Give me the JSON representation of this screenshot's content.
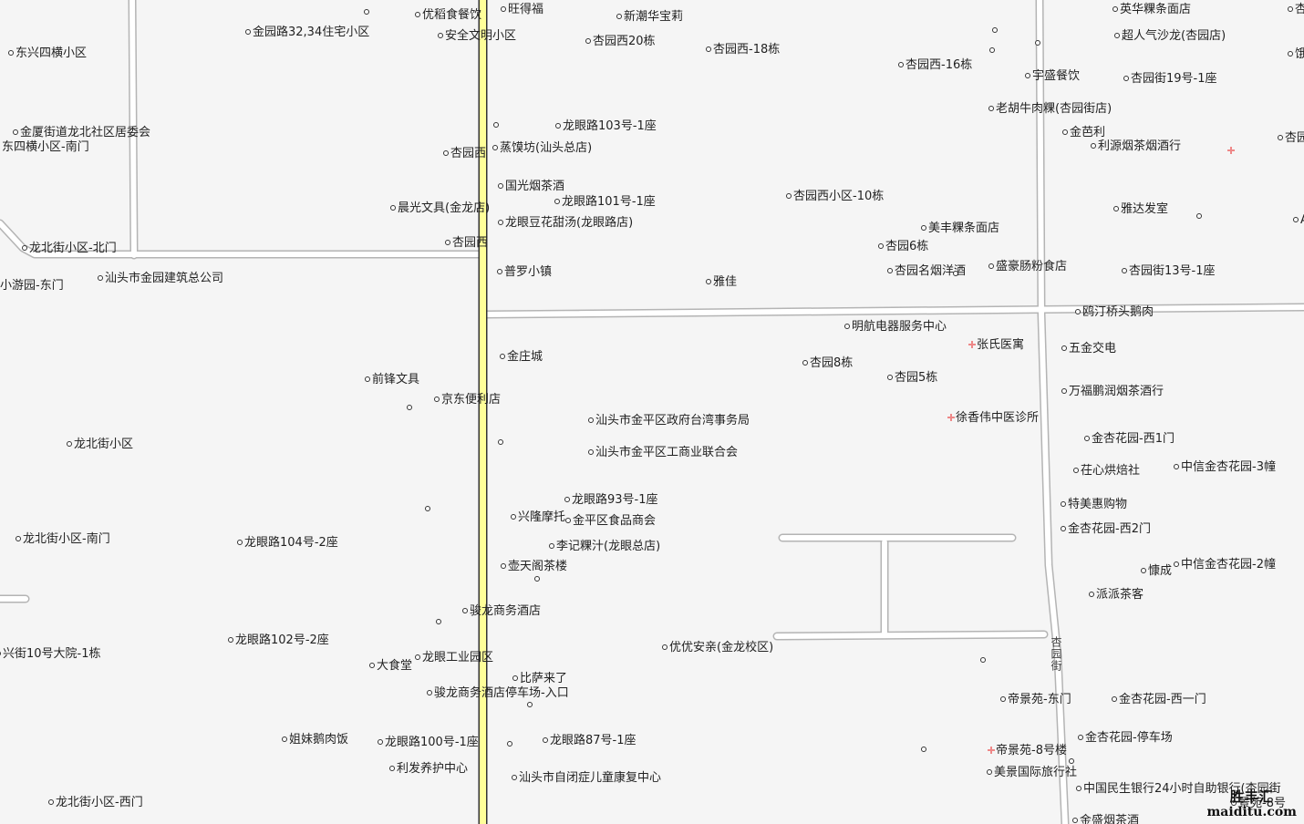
{
  "map": {
    "street_label": "杏园街",
    "watermark": {
      "line1": "胜丰汇",
      "line2": "maiditu.com"
    },
    "colors": {
      "background": "#f5f5f5",
      "road": "#ffffff",
      "road_edge": "#b4b4b4",
      "main_road": "#ffff99",
      "main_road_edge": "#333333",
      "medical": "#e88888"
    },
    "pois": [
      {
        "name": "优稻食餐饮"
      },
      {
        "name": "旺得福"
      },
      {
        "name": "新潮华宝莉"
      },
      {
        "name": "英华粿条面店"
      },
      {
        "name": "杏"
      },
      {
        "name": "金园路32,34住宅小区"
      },
      {
        "name": "安全文明小区"
      },
      {
        "name": "杏园西20栋"
      },
      {
        "name": "超人气沙龙(杏园店)"
      },
      {
        "name": "东兴四横小区"
      },
      {
        "name": "杏园西-18栋"
      },
      {
        "name": "饿"
      },
      {
        "name": "杏园西-16栋"
      },
      {
        "name": "宇盛餐饮"
      },
      {
        "name": "杏园街19号-1座"
      },
      {
        "name": "老胡牛肉粿(杏园街店)"
      },
      {
        "name": "龙眼路103号-1座"
      },
      {
        "name": "金芭利"
      },
      {
        "name": "金厦街道龙北社区居委会"
      },
      {
        "name": "东四横小区-南门"
      },
      {
        "name": "杏园"
      },
      {
        "name": "利源烟茶烟酒行"
      },
      {
        "name": "杏园西"
      },
      {
        "name": "蒸馍坊(汕头总店)"
      },
      {
        "name": "国光烟茶酒"
      },
      {
        "name": "杏园西小区-10栋"
      },
      {
        "name": "龙眼路101号-1座"
      },
      {
        "name": "晨光文具(金龙店)"
      },
      {
        "name": "雅达发室"
      },
      {
        "name": "龙眼豆花甜汤(龙眼路店)"
      },
      {
        "name": "美丰粿条面店"
      },
      {
        "name": "A"
      },
      {
        "name": "龙北街小区-北门"
      },
      {
        "name": "杏园西"
      },
      {
        "name": "杏园6栋"
      },
      {
        "name": "盛豪肠粉食店"
      },
      {
        "name": "普罗小镇"
      },
      {
        "name": "杏园名烟洋酒"
      },
      {
        "name": "杏园街13号-1座"
      },
      {
        "name": "汕头市金园建筑总公司"
      },
      {
        "name": "小游园-东门"
      },
      {
        "name": "雅佳"
      },
      {
        "name": "鸥汀桥头鹅肉"
      },
      {
        "name": "明航电器服务中心"
      },
      {
        "name": "张氏医寓"
      },
      {
        "name": "金庄城"
      },
      {
        "name": "五金交电"
      },
      {
        "name": "杏园8栋"
      },
      {
        "name": "杏园5栋"
      },
      {
        "name": "前锋文具"
      },
      {
        "name": "万福鹏润烟茶酒行"
      },
      {
        "name": "京东便利店"
      },
      {
        "name": "徐香伟中医诊所"
      },
      {
        "name": "汕头市金平区政府台湾事务局"
      },
      {
        "name": "龙北街小区"
      },
      {
        "name": "金杏花园-西1门"
      },
      {
        "name": "汕头市金平区工商业联合会"
      },
      {
        "name": "中信金杏花园-3幢"
      },
      {
        "name": "茌心烘焙社"
      },
      {
        "name": "龙眼路93号-1座"
      },
      {
        "name": "特美惠购物"
      },
      {
        "name": "兴隆摩托"
      },
      {
        "name": "金平区食品商会"
      },
      {
        "name": "金杏花园-西2门"
      },
      {
        "name": "龙北街小区-南门"
      },
      {
        "name": "龙眼路104号-2座"
      },
      {
        "name": "李记粿汁(龙眼总店)"
      },
      {
        "name": "壶天阁茶楼"
      },
      {
        "name": "中信金杏花园-2幢"
      },
      {
        "name": "慷成"
      },
      {
        "name": "派派茶客"
      },
      {
        "name": "骏龙商务酒店"
      },
      {
        "name": "龙眼路102号-2座"
      },
      {
        "name": "优优安亲(金龙校区)"
      },
      {
        "name": "兴街10号大院-1栋"
      },
      {
        "name": "龙眼工业园区"
      },
      {
        "name": "大食堂"
      },
      {
        "name": "比萨来了"
      },
      {
        "name": "骏龙商务酒店停车场-入口"
      },
      {
        "name": "帝景苑-东门"
      },
      {
        "name": "金杏花园-西一门"
      },
      {
        "name": "姐妹鹅肉饭"
      },
      {
        "name": "龙眼路100号-1座"
      },
      {
        "name": "龙眼路87号-1座"
      },
      {
        "name": "金杏花园-停车场"
      },
      {
        "name": "帝景苑-8号楼"
      },
      {
        "name": "利发养护中心"
      },
      {
        "name": "美景国际旅行社"
      },
      {
        "name": "汕头市自闭症儿童康复中心"
      },
      {
        "name": "中国民生银行24小时自助银行(杏园街"
      },
      {
        "name": "龙北街小区-西门"
      },
      {
        "name": "景苑-8号"
      },
      {
        "name": "金盛烟茶酒"
      }
    ]
  }
}
